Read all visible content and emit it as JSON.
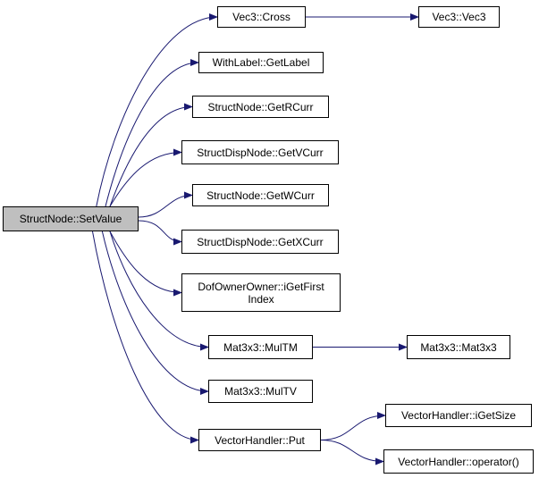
{
  "diagram": {
    "root": {
      "id": "root",
      "label": "StructNode::SetValue"
    },
    "nodes": [
      {
        "id": "vec3-cross",
        "label": "Vec3::Cross"
      },
      {
        "id": "vec3-vec3",
        "label": "Vec3::Vec3"
      },
      {
        "id": "withlabel-getlabel",
        "label": "WithLabel::GetLabel"
      },
      {
        "id": "structnode-getrcurr",
        "label": "StructNode::GetRCurr"
      },
      {
        "id": "structdispnode-getvcurr",
        "label": "StructDispNode::GetVCurr"
      },
      {
        "id": "structnode-getwcurr",
        "label": "StructNode::GetWCurr"
      },
      {
        "id": "structdispnode-getxcurr",
        "label": "StructDispNode::GetXCurr"
      },
      {
        "id": "dofownerowner-igetfirstindex",
        "label_line1": "DofOwnerOwner::iGetFirst",
        "label_line2": "Index"
      },
      {
        "id": "mat3x3-multm",
        "label": "Mat3x3::MulTM"
      },
      {
        "id": "mat3x3-mat3x3",
        "label": "Mat3x3::Mat3x3"
      },
      {
        "id": "mat3x3-multv",
        "label": "Mat3x3::MulTV"
      },
      {
        "id": "vectorhandler-put",
        "label": "VectorHandler::Put"
      },
      {
        "id": "vectorhandler-igetsize",
        "label": "VectorHandler::iGetSize"
      },
      {
        "id": "vectorhandler-operator",
        "label": "VectorHandler::operator()"
      }
    ],
    "edges": [
      [
        "root",
        "vec3-cross"
      ],
      [
        "vec3-cross",
        "vec3-vec3"
      ],
      [
        "root",
        "withlabel-getlabel"
      ],
      [
        "root",
        "structnode-getrcurr"
      ],
      [
        "root",
        "structdispnode-getvcurr"
      ],
      [
        "root",
        "structnode-getwcurr"
      ],
      [
        "root",
        "structdispnode-getxcurr"
      ],
      [
        "root",
        "dofownerowner-igetfirstindex"
      ],
      [
        "root",
        "mat3x3-multm"
      ],
      [
        "mat3x3-multm",
        "mat3x3-mat3x3"
      ],
      [
        "root",
        "mat3x3-multv"
      ],
      [
        "root",
        "vectorhandler-put"
      ],
      [
        "vectorhandler-put",
        "vectorhandler-igetsize"
      ],
      [
        "vectorhandler-put",
        "vectorhandler-operator"
      ]
    ]
  },
  "colors": {
    "root_fill": "#bfbfbf",
    "node_fill": "#ffffff",
    "edge": "#191970",
    "border": "#000000"
  }
}
